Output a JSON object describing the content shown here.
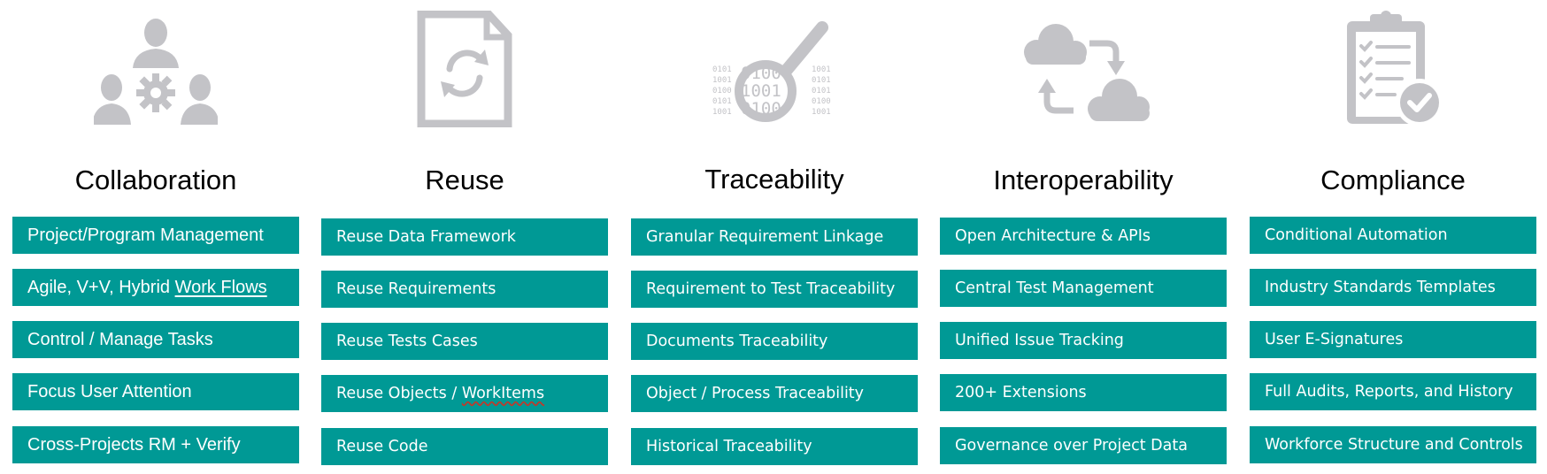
{
  "colors": {
    "teal": "#009995",
    "icon_gray": "#c3c3c7",
    "text": "#000000"
  },
  "columns": [
    {
      "title": "Collaboration",
      "icon": "team-gear-icon",
      "items": [
        "Project/Program Management",
        "Agile, V+V, Hybrid ",
        "Control / Manage Tasks",
        "Focus User Attention",
        "Cross-Projects RM + Verify"
      ],
      "item1_suffix": "Work Flows"
    },
    {
      "title": "Reuse",
      "icon": "document-refresh-icon",
      "items": [
        "Reuse Data Framework",
        "Reuse Requirements",
        "Reuse Tests Cases",
        "Reuse Objects / ",
        "Reuse Code"
      ],
      "item3_suffix": "WorkItems"
    },
    {
      "title": "Traceability",
      "icon": "magnifier-binary-icon",
      "items": [
        "Granular Requirement Linkage",
        "Requirement to Test Traceability",
        "Documents Traceability",
        "Object / Process Traceability",
        "Historical Traceability"
      ],
      "binary_text": [
        "0100",
        "1001",
        "0100"
      ],
      "binary_small": [
        "0101",
        "1001",
        "0100",
        "0101",
        "1001"
      ]
    },
    {
      "title": "Interoperability",
      "icon": "cloud-sync-icon",
      "items": [
        "Open Architecture & APIs",
        "Central Test Management",
        "Unified Issue Tracking",
        "200+ Extensions",
        "Governance over Project Data"
      ]
    },
    {
      "title": "Compliance",
      "icon": "clipboard-check-icon",
      "items": [
        "Conditional Automation",
        "Industry Standards Templates",
        "User E-Signatures",
        "Full Audits, Reports, and History",
        "Workforce Structure and Controls"
      ]
    }
  ]
}
